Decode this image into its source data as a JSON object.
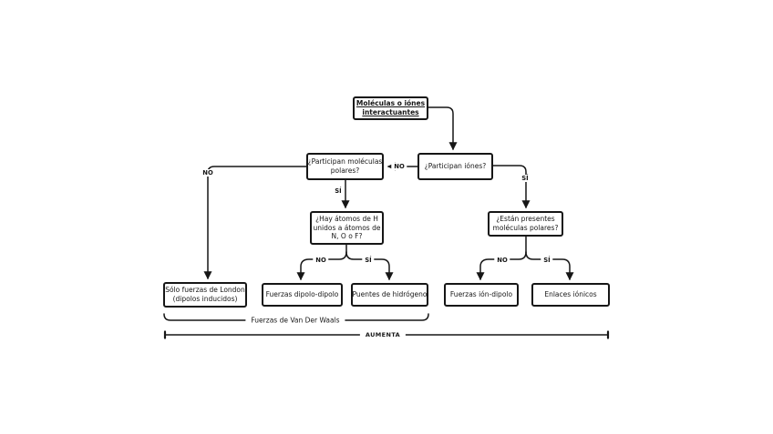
{
  "flowchart": {
    "root": "Moléculas o iónes\ninteractuantes",
    "questions": {
      "polar_molecules": "¿Participan moléculas\npolares?",
      "ions": "¿Participan iónes?",
      "hydrogen_atoms": "¿Hay átomos de H\nunidos a átomos de\nN, O o F?",
      "polar_present": "¿Están presentes\nmoléculas polares?"
    },
    "results": {
      "london": "Sólo fuerzas de London\n(dipolos inducidos)",
      "dipole_dipole": "Fuerzas dipolo-dipolo",
      "hydrogen_bonds": "Puentes de hidrógeno",
      "ion_dipole": "Fuerzas ión-dipolo",
      "ionic_bonds": "Enlaces iónicos"
    },
    "edge_labels": {
      "no": "NO",
      "yes": "SÍ"
    },
    "annotations": {
      "van_der_waals": "Fuerzas de Van Der Waals",
      "increase_axis": "AUMENTA"
    },
    "colors": {
      "stroke": "#161616",
      "background": "#ffffff"
    }
  }
}
